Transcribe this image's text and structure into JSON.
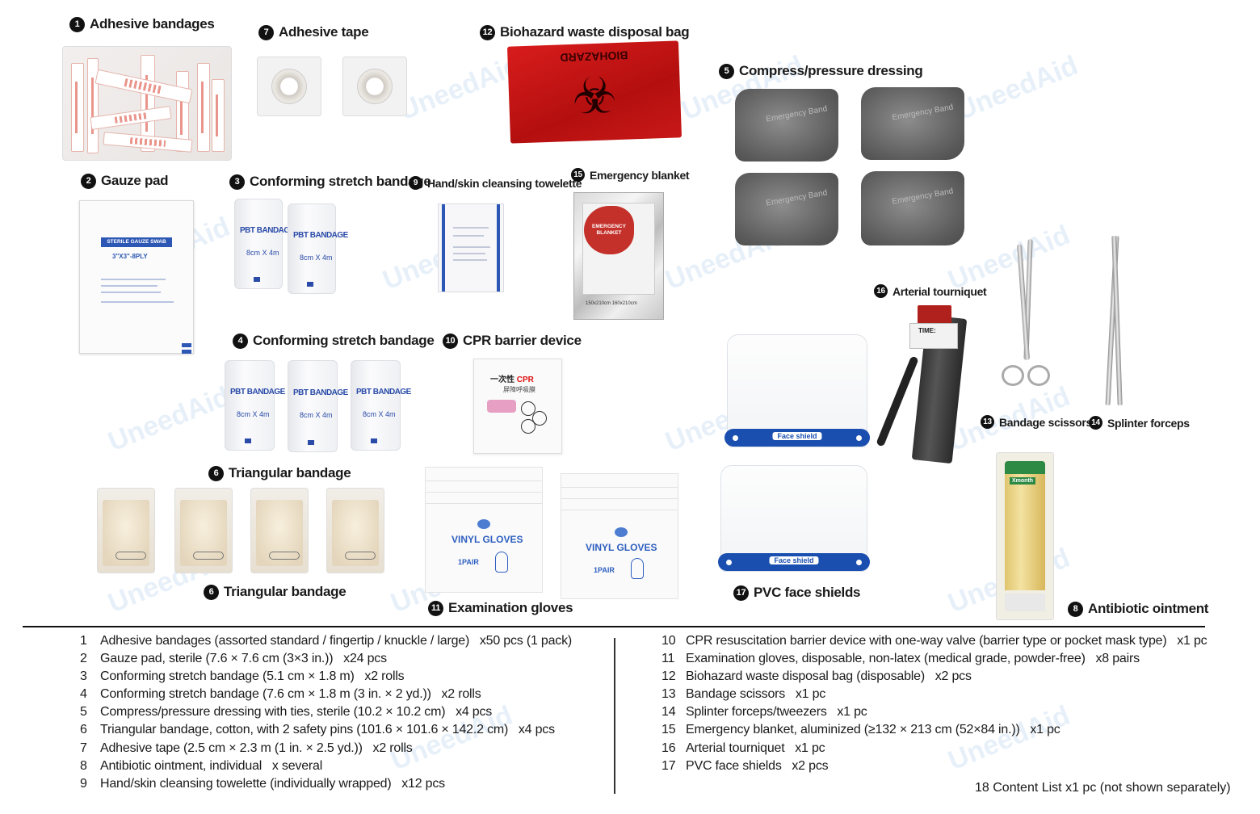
{
  "brand": {
    "watermark": "UneedAid"
  },
  "labels": {
    "l1": {
      "num": "1",
      "text": "Adhesive bandages"
    },
    "l7": {
      "num": "7",
      "text": "Adhesive tape"
    },
    "l12": {
      "num": "12",
      "text": "Biohazard waste disposal bag"
    },
    "l5": {
      "num": "5",
      "text": "Compress/pressure dressing"
    },
    "l2": {
      "num": "2",
      "text": "Gauze pad"
    },
    "l3": {
      "num": "3",
      "text": "Conforming stretch bandage"
    },
    "l9": {
      "num": "9",
      "text": "Hand/skin cleansing towelette"
    },
    "l15": {
      "num": "15",
      "text": "Emergency blanket"
    },
    "l16": {
      "num": "16",
      "text": "Arterial tourniquet"
    },
    "l4": {
      "num": "4",
      "text": "Conforming stretch bandage"
    },
    "l10": {
      "num": "10",
      "text": "CPR barrier device"
    },
    "l13": {
      "num": "13",
      "text": "Bandage scissors"
    },
    "l14": {
      "num": "14",
      "text": "Splinter forceps"
    },
    "l6a": {
      "num": "6",
      "text": "Triangular bandage"
    },
    "l6b": {
      "num": "6",
      "text": "Triangular bandage"
    },
    "l11": {
      "num": "11",
      "text": "Examination gloves"
    },
    "l17": {
      "num": "17",
      "text": "PVC face shields"
    },
    "l8": {
      "num": "8",
      "text": "Antibiotic ointment"
    }
  },
  "product_text": {
    "biohazard": "BIOHAZARD",
    "dressing": "Emergency Band",
    "gauze_header": "STERILE GAUZE SWAB",
    "gauze_size": "3\"X3\"-8PLY",
    "pbt_name": "PBT BANDAGE",
    "pbt_size": "8cm X 4m",
    "blanket_title": "EMERGENCY BLANKET",
    "blanket_sizes": "150x210cm 160x210cm",
    "cpr_title_a": "一次性",
    "cpr_title_b": "CPR",
    "cpr_sub": "屏障呼吸膜",
    "gloves_name": "VINYL GLOVES",
    "gloves_pair": "1PAIR",
    "shield_name": "Face shield",
    "tourniquet_time": "TIME:",
    "ointment_brand": "Xmonth"
  },
  "list_left": [
    {
      "n": "1",
      "text": "Adhesive bandages (assorted standard / fingertip / knuckle / large)   x50 pcs (1 pack)"
    },
    {
      "n": "2",
      "text": "Gauze pad, sterile (7.6 × 7.6 cm (3×3 in.))   x24 pcs"
    },
    {
      "n": "3",
      "text": "Conforming stretch bandage (5.1 cm × 1.8 m)   x2 rolls"
    },
    {
      "n": "4",
      "text": "Conforming stretch bandage (7.6 cm × 1.8 m (3 in. × 2 yd.))   x2 rolls"
    },
    {
      "n": "5",
      "text": "Compress/pressure dressing with ties, sterile (10.2 × 10.2 cm)   x4 pcs"
    },
    {
      "n": "6",
      "text": "Triangular bandage, cotton, with 2 safety pins (101.6 × 101.6 × 142.2 cm)   x4 pcs"
    },
    {
      "n": "7",
      "text": "Adhesive tape (2.5 cm × 2.3 m (1 in. × 2.5 yd.))   x2 rolls"
    },
    {
      "n": "8",
      "text": "Antibiotic ointment, individual   x several"
    },
    {
      "n": "9",
      "text": "Hand/skin cleansing towelette (individually wrapped)   x12 pcs"
    }
  ],
  "list_right": [
    {
      "n": "10",
      "text": "CPR resuscitation barrier device with one-way valve (barrier type or pocket mask type)   x1 pc"
    },
    {
      "n": "11",
      "text": "Examination gloves, disposable, non-latex (medical grade, powder-free)   x8 pairs"
    },
    {
      "n": "12",
      "text": "Biohazard waste disposal bag (disposable)   x2 pcs"
    },
    {
      "n": "13",
      "text": "Bandage scissors   x1 pc"
    },
    {
      "n": "14",
      "text": "Splinter forceps/tweezers   x1 pc"
    },
    {
      "n": "15",
      "text": "Emergency blanket, aluminized (≥132 × 213 cm (52×84 in.))   x1 pc"
    },
    {
      "n": "16",
      "text": "Arterial tourniquet   x1 pc"
    },
    {
      "n": "17",
      "text": "PVC face shields   x2 pcs"
    }
  ],
  "footnote": "18 Content List x1 pc (not shown separately)"
}
